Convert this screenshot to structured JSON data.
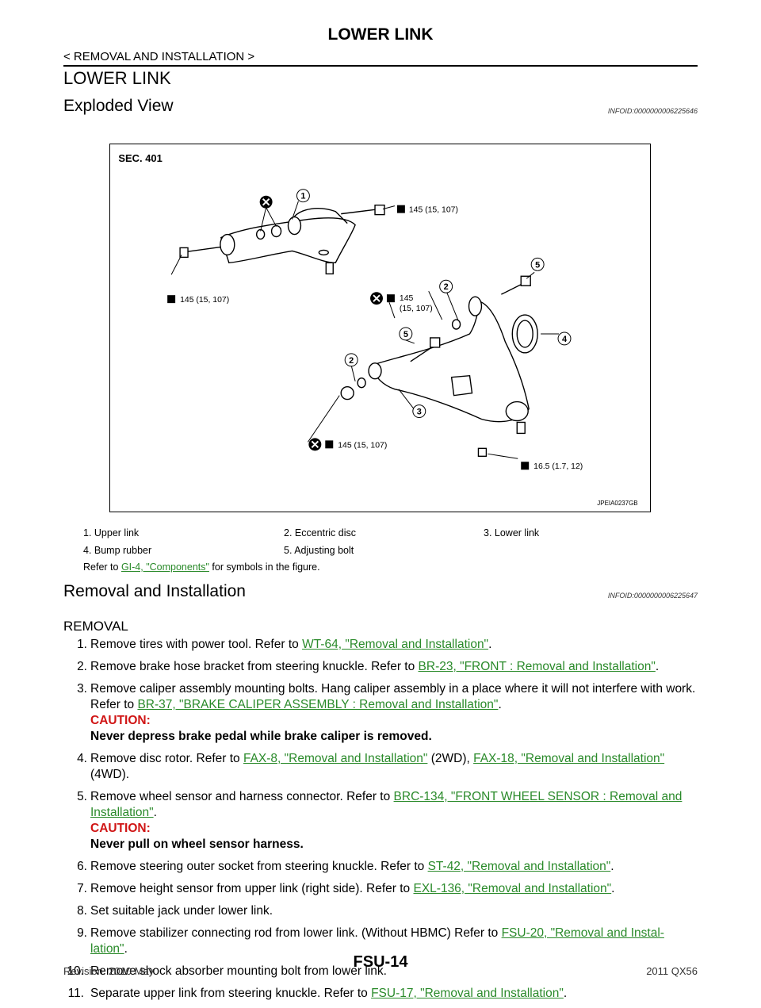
{
  "header": {
    "title": "LOWER LINK",
    "breadcrumb": "< REMOVAL AND INSTALLATION >"
  },
  "section_title": "LOWER LINK",
  "exploded_view": {
    "heading": "Exploded View",
    "infoid": "INFOID:0000000006225646",
    "figure": {
      "sec": "SEC. 401",
      "code": "JPEIA0237GB",
      "torque_labels": [
        "145 (15, 107)",
        "145 (15, 107)",
        "145",
        "(15, 107)",
        "145 (15, 107)",
        "16.5 (1.7, 12)"
      ],
      "callouts": [
        "1",
        "2",
        "2",
        "3",
        "4",
        "5",
        "5"
      ]
    },
    "legend": {
      "items": [
        "1.  Upper link",
        "2.  Eccentric disc",
        "3.  Lower link",
        "4.  Bump rubber",
        "5.  Adjusting bolt"
      ],
      "refer_pre": "Refer to ",
      "refer_link": "GI-4, \"Components\"",
      "refer_post": " for symbols in the figure."
    }
  },
  "removal_installation": {
    "heading": "Removal and Installation",
    "infoid": "INFOID:0000000006225647",
    "subheading": "REMOVAL",
    "steps": [
      {
        "n": "1.",
        "pre": "Remove tires with power tool. Refer to ",
        "link": "WT-64, \"Removal and Installation\"",
        "post": "."
      },
      {
        "n": "2.",
        "pre": "Remove brake hose bracket from steering knuckle. Refer to ",
        "link": "BR-23, \"FRONT : Removal and Installation\"",
        "post": "."
      },
      {
        "n": "3.",
        "pre": "Remove caliper assembly mounting bolts. Hang caliper assembly in a place where it will not interfere with work. Refer to ",
        "link": "BR-37, \"BRAKE CALIPER ASSEMBLY : Removal and Installation\"",
        "post": ".",
        "caution_h": "CAUTION:",
        "caution_t": "Never depress brake pedal while brake caliper is removed."
      },
      {
        "n": "4.",
        "pre": "Remove disc rotor. Refer to ",
        "link": "FAX-8, \"Removal and Installation\"",
        "mid": " (2WD), ",
        "link2": "FAX-18, \"Removal and Installation\"",
        "post": " (4WD)."
      },
      {
        "n": "5.",
        "pre": "Remove wheel sensor and harness connector. Refer to ",
        "link": "BRC-134, \"FRONT WHEEL SENSOR : Removal and Installation\"",
        "post": ".",
        "caution_h": "CAUTION:",
        "caution_t": "Never pull on wheel sensor harness."
      },
      {
        "n": "6.",
        "pre": "Remove steering outer socket from steering knuckle. Refer to ",
        "link": "ST-42, \"Removal and Installation\"",
        "post": "."
      },
      {
        "n": "7.",
        "pre": "Remove height sensor from upper link (right side). Refer to ",
        "link": "EXL-136, \"Removal and Installation\"",
        "post": "."
      },
      {
        "n": "8.",
        "pre": "Set suitable jack under lower link.",
        "link": "",
        "post": ""
      },
      {
        "n": "9.",
        "pre": "Remove stabilizer connecting rod from lower link. (Without HBMC) Refer to ",
        "link": "FSU-20, \"Removal and Instal-lation\"",
        "post": "."
      },
      {
        "n": "10.",
        "pre": "Remove shock absorber mounting bolt from lower link.",
        "link": "",
        "post": ""
      },
      {
        "n": "11.",
        "pre": "Separate upper link from steering knuckle. Refer to ",
        "link": "FSU-17, \"Removal and Installation\"",
        "post": "."
      }
    ]
  },
  "footer": {
    "revision": "Revision: 2010 May",
    "page": "FSU-14",
    "model": "2011 QX56"
  }
}
